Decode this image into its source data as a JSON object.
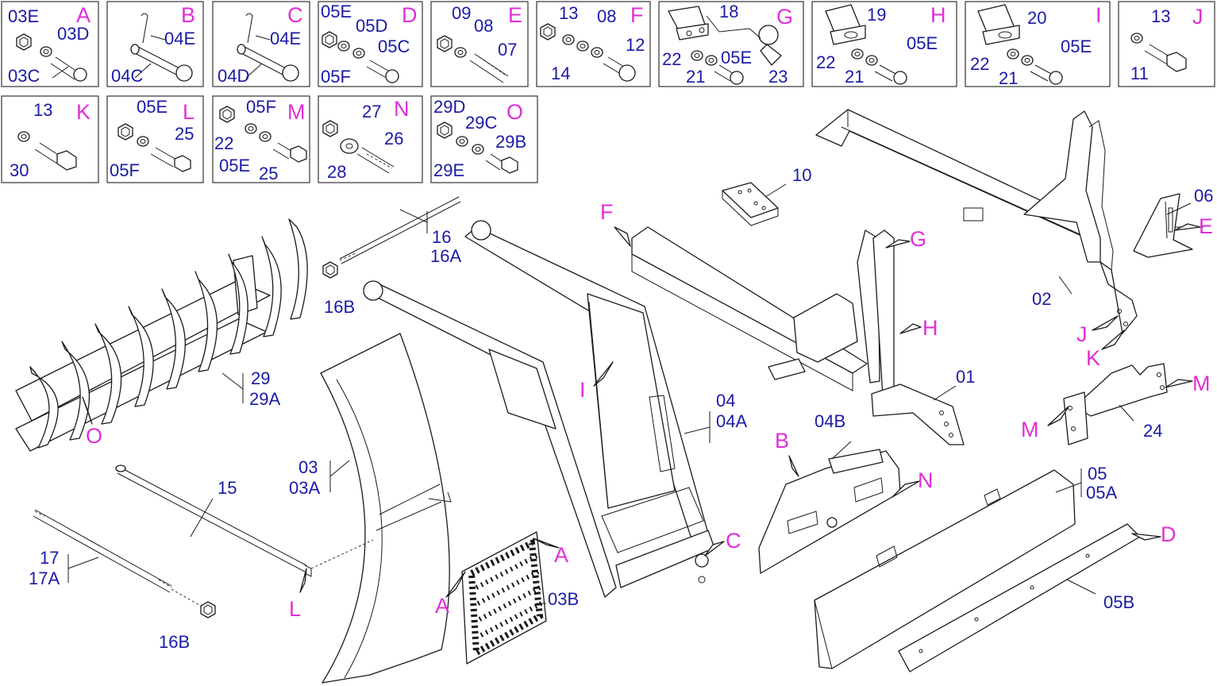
{
  "colors": {
    "part_label": "#1a1aa6",
    "key_letter": "#e02fd8",
    "line": "#1a1a1a"
  },
  "panels": {
    "A": {
      "key": "A",
      "parts": [
        "03E",
        "03D",
        "03C"
      ]
    },
    "B": {
      "key": "B",
      "parts": [
        "04E",
        "04C"
      ]
    },
    "C": {
      "key": "C",
      "parts": [
        "04E",
        "04D"
      ]
    },
    "D": {
      "key": "D",
      "parts": [
        "05E",
        "05D",
        "05C",
        "05F"
      ]
    },
    "E": {
      "key": "E",
      "parts": [
        "09",
        "08",
        "07"
      ]
    },
    "F": {
      "key": "F",
      "parts": [
        "13",
        "08",
        "12",
        "14"
      ]
    },
    "G": {
      "key": "G",
      "parts": [
        "18",
        "22",
        "05E",
        "21",
        "23"
      ]
    },
    "H": {
      "key": "H",
      "parts": [
        "19",
        "22",
        "05E",
        "21"
      ]
    },
    "I": {
      "key": "I",
      "parts": [
        "20",
        "22",
        "05E",
        "21"
      ]
    },
    "J": {
      "key": "J",
      "parts": [
        "13",
        "11"
      ]
    },
    "K": {
      "key": "K",
      "parts": [
        "13",
        "30"
      ]
    },
    "L": {
      "key": "L",
      "parts": [
        "05E",
        "25",
        "05F"
      ]
    },
    "M": {
      "key": "M",
      "parts": [
        "05F",
        "22",
        "05E",
        "25"
      ]
    },
    "N": {
      "key": "N",
      "parts": [
        "27",
        "26",
        "28"
      ]
    },
    "O": {
      "key": "O",
      "parts": [
        "29D",
        "29C",
        "29B",
        "29E"
      ]
    }
  },
  "main_labels": {
    "p10": "10",
    "p06": "06",
    "p02": "02",
    "p01": "01",
    "p24": "24",
    "p16": "16",
    "p16A": "16A",
    "p16B_top": "16B",
    "p29": "29",
    "p29A": "29A",
    "p04": "04",
    "p04A": "04A",
    "p04B": "04B",
    "p03": "03",
    "p03A": "03A",
    "p03B": "03B",
    "p15": "15",
    "p17": "17",
    "p17A": "17A",
    "p16B_bottom": "16B",
    "p05": "05",
    "p05A": "05A",
    "p05B": "05B"
  },
  "main_keys": {
    "F": "F",
    "G": "G",
    "H": "H",
    "I": "I",
    "E": "E",
    "J": "J",
    "K": "K",
    "M1": "M",
    "M2": "M",
    "O": "O",
    "B": "B",
    "N": "N",
    "C": "C",
    "A1": "A",
    "A2": "A",
    "L": "L",
    "D": "D"
  }
}
